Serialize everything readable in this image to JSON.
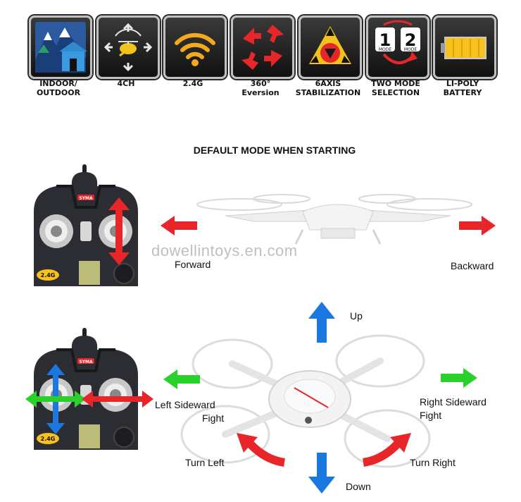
{
  "features": [
    {
      "id": "indoor-outdoor",
      "line1": "INDOOR/",
      "line2": "OUTDOOR",
      "icon": "house-mountain-icon"
    },
    {
      "id": "4ch",
      "line1": "4CH",
      "line2": "",
      "icon": "helicopter-arrows-icon"
    },
    {
      "id": "2-4g",
      "line1": "2.4G",
      "line2": "",
      "icon": "wifi-signal-icon"
    },
    {
      "id": "360-eversion",
      "line1": "360°",
      "line2": "Eversion",
      "icon": "rotate-arrows-icon"
    },
    {
      "id": "6axis",
      "line1": "6AXIS",
      "line2": "STABILIZATION",
      "icon": "triangle-gyro-icon"
    },
    {
      "id": "two-mode",
      "line1": "TWO MODE",
      "line2": "SELECTION",
      "icon": "mode-switch-icon"
    },
    {
      "id": "battery",
      "line1": "LI-POLY",
      "line2": "BATTERY",
      "icon": "battery-icon"
    }
  ],
  "mode_icon": {
    "mode1": "1",
    "mode2": "2",
    "mode_word": "MODE"
  },
  "section_title": "DEFAULT MODE WHEN STARTING",
  "watermark": "dowellintoys.en.com",
  "remote": {
    "brand": "SYMA",
    "badge": "2.4G"
  },
  "directions": {
    "forward": "Forward",
    "backward": "Backward",
    "up": "Up",
    "down": "Down",
    "left_line1": "Left Sideward",
    "left_line2": "Fight",
    "right_line1": "Right Sideward",
    "right_line2": "Fight",
    "turn_left": "Turn Left",
    "turn_right": "Turn Right"
  },
  "colors": {
    "red": "#e8262a",
    "blue": "#1a78e0",
    "green": "#2bd12b",
    "battery": "#f7c21c",
    "wifi": "#f4a81d"
  }
}
